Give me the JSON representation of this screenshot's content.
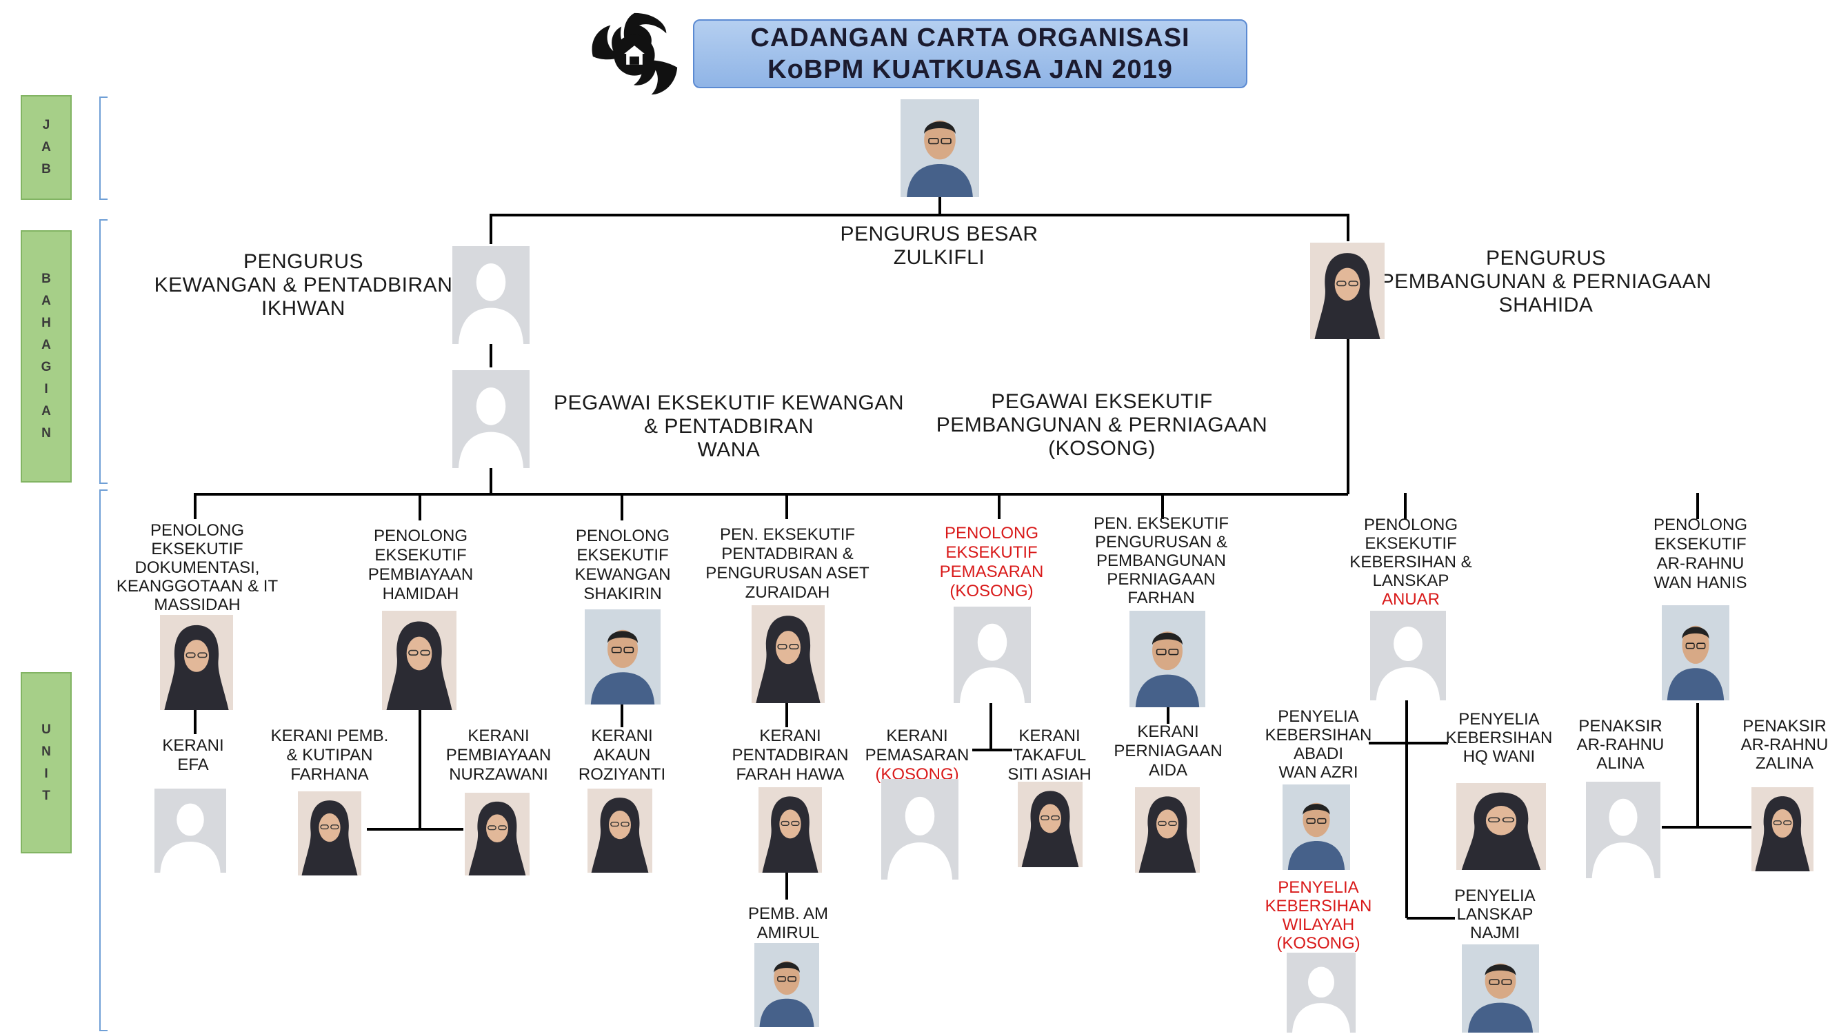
{
  "header": {
    "title_line1": "CADANGAN CARTA ORGANISASI",
    "title_line2": "KoBPM  KUATKUASA JAN 2019",
    "title_color": "#a7c5ec"
  },
  "levels": [
    {
      "letters": [
        "J",
        "A",
        "B"
      ]
    },
    {
      "letters": [
        "B",
        "A",
        "H",
        "A",
        "G",
        "I",
        "A",
        "N"
      ]
    },
    {
      "letters": [
        "U",
        "N",
        "I",
        "T"
      ]
    }
  ],
  "colors": {
    "accent": "#a6cf88",
    "vacant_text": "#d91a1a",
    "placeholder": "#d6d8dc"
  },
  "positions": [
    {
      "lines": [
        "PENGURUS BESAR",
        "ZULKIFLI"
      ],
      "photo": "person-male"
    },
    {
      "lines": [
        "PENGURUS",
        "KEWANGAN & PENTADBIRAN",
        "IKHWAN"
      ],
      "photo": "placeholder"
    },
    {
      "lines": [
        "PENGURUS",
        "PEMBANGUNAN & PERNIAGAAN",
        "SHAHIDA"
      ],
      "photo": "person-hijab"
    },
    {
      "lines": [
        "PEGAWAI EKSEKUTIF KEWANGAN",
        "& PENTADBIRAN",
        "WANA"
      ],
      "photo": "placeholder"
    },
    {
      "lines": [
        "PEGAWAI EKSEKUTIF",
        "PEMBANGUNAN & PERNIAGAAN",
        "(KOSONG)"
      ],
      "photo": "none"
    },
    {
      "lines": [
        "PENOLONG",
        "EKSEKUTIF",
        "DOKUMENTASI,",
        "KEANGGOTAAN & IT",
        "MASSIDAH"
      ],
      "photo": "person-hijab"
    },
    {
      "lines": [
        "PENOLONG",
        "EKSEKUTIF",
        "PEMBIAYAAN",
        "HAMIDAH"
      ],
      "photo": "person-hijab"
    },
    {
      "lines": [
        "PENOLONG",
        "EKSEKUTIF",
        "KEWANGAN",
        "SHAKIRIN"
      ],
      "photo": "person-male"
    },
    {
      "lines": [
        "PEN. EKSEKUTIF",
        "PENTADBIRAN &",
        "PENGURUSAN ASET",
        "ZURAIDAH"
      ],
      "photo": "person-hijab"
    },
    {
      "lines": [
        "PENOLONG",
        "EKSEKUTIF",
        "PEMASARAN",
        "(KOSONG)"
      ],
      "photo": "placeholder",
      "red_from": 0
    },
    {
      "lines": [
        "PEN.  EKSEKUTIF",
        "PENGURUSAN &",
        "PEMBANGUNAN",
        "PERNIAGAAN",
        "FARHAN"
      ],
      "photo": "person-male"
    },
    {
      "lines": [
        "PENOLONG",
        "EKSEKUTIF",
        "KEBERSIHAN &",
        "LANSKAP",
        "ANUAR"
      ],
      "photo": "placeholder",
      "red_from": 4
    },
    {
      "lines": [
        "PENOLONG",
        "EKSEKUTIF",
        "AR-RAHNU",
        "WAN HANIS"
      ],
      "photo": "person-male"
    },
    {
      "lines": [
        "KERANI",
        "EFA"
      ],
      "photo": "placeholder"
    },
    {
      "lines": [
        "KERANI PEMB.",
        "& KUTIPAN",
        "FARHANA"
      ],
      "photo": "person-hijab"
    },
    {
      "lines": [
        "KERANI",
        "PEMBIAYAAN",
        "NURZAWANI"
      ],
      "photo": "person-hijab"
    },
    {
      "lines": [
        "KERANI",
        "AKAUN",
        "ROZIYANTI"
      ],
      "photo": "person-hijab"
    },
    {
      "lines": [
        "KERANI",
        "PENTADBIRAN",
        "FARAH HAWA"
      ],
      "photo": "person-hijab"
    },
    {
      "lines": [
        "PEMB. AM",
        "AMIRUL"
      ],
      "photo": "person-male"
    },
    {
      "lines": [
        "KERANI",
        "PEMASARAN",
        "(KOSONG)"
      ],
      "photo": "placeholder",
      "red_from": 2
    },
    {
      "lines": [
        "KERANI",
        "TAKAFUL",
        "SITI ASIAH"
      ],
      "photo": "person-hijab"
    },
    {
      "lines": [
        "KERANI",
        "PERNIAGAAN",
        "AIDA"
      ],
      "photo": "person-hijab"
    },
    {
      "lines": [
        "PENYELIA",
        "KEBERSIHAN",
        "ABADI",
        "WAN AZRI"
      ],
      "photo": "person-male"
    },
    {
      "lines": [
        "PENYELIA",
        "KEBERSIHAN",
        "HQ WANI"
      ],
      "photo": "person-hijab"
    },
    {
      "lines": [
        "PENYELIA",
        "KEBERSIHAN",
        "WILAYAH",
        "(KOSONG)"
      ],
      "photo": "placeholder",
      "red_from": 0
    },
    {
      "lines": [
        "PENYELIA",
        "LANSKAP",
        "NAJMI"
      ],
      "photo": "person-male"
    },
    {
      "lines": [
        "PENAKSIR",
        "AR-RAHNU",
        "ALINA"
      ],
      "photo": "placeholder"
    },
    {
      "lines": [
        "PENAKSIR",
        "AR-RAHNU",
        "ZALINA"
      ],
      "photo": "person-hijab"
    }
  ]
}
